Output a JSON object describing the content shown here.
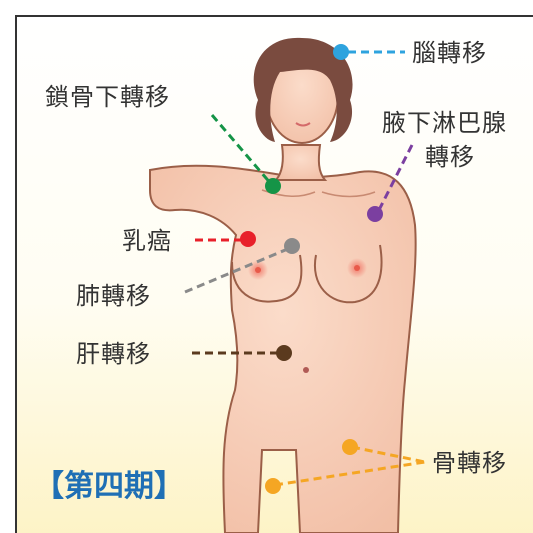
{
  "labels": {
    "brain": "腦轉移",
    "supraclavicular": "鎖骨下轉移",
    "axillary_line1": "腋下淋巴腺",
    "axillary_line2": "轉移",
    "breast": "乳癌",
    "lung": "肺轉移",
    "liver": "肝轉移",
    "bone": "骨轉移"
  },
  "stage": "【第四期】",
  "colors": {
    "brain": "#2ea3de",
    "supraclavicular": "#159447",
    "axillary": "#7b3fa0",
    "breast": "#e8202a",
    "lung": "#8a8a8a",
    "liver": "#5b3a1e",
    "bone": "#f5a623",
    "skin": "#f8d2bd",
    "hair": "#7a4b3f",
    "stage": "#1f6fb5"
  }
}
